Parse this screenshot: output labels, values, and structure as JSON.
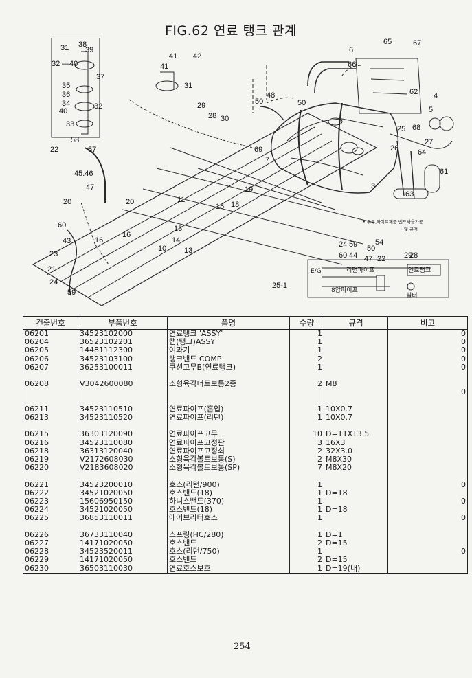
{
  "title": "FIG.62 연료 탱크 관계",
  "page_number": "254",
  "diagram": {
    "callouts": [
      "31",
      "38",
      "39",
      "32",
      "40",
      "37",
      "35",
      "36",
      "34",
      "32",
      "40",
      "33",
      "41",
      "42",
      "41",
      "31",
      "29",
      "28",
      "30",
      "50",
      "48",
      "50",
      "6",
      "65",
      "67",
      "66",
      "62",
      "4",
      "5",
      "68",
      "25",
      "26",
      "27",
      "64",
      "61",
      "63",
      "3",
      "58",
      "22",
      "57",
      "45.46",
      "47",
      "69",
      "7",
      "20",
      "20",
      "19",
      "18",
      "15",
      "11",
      "60",
      "43",
      "16",
      "13",
      "14",
      "16",
      "10",
      "13",
      "23",
      "21",
      "24",
      "59",
      "25-1",
      "24",
      "59",
      "50",
      "54",
      "60",
      "44",
      "47",
      "22",
      "29",
      "28"
    ],
    "note_line1": "• 주유 파이프제품 밴드사용가공",
    "note_line2": "및 규격",
    "flow_labels": {
      "eg": "E/G",
      "return_pipe": "리턴파이프",
      "supply_pipe": "8압파이프",
      "fuel_tank": "연료탱크",
      "filter": "필터"
    }
  },
  "table": {
    "headers": [
      "건출번호",
      "부품번호",
      "품명",
      "수량",
      "규격",
      "비고"
    ],
    "rows": [
      {
        "no": "06201",
        "part": "34523102000",
        "name": "연료탱크 'ASSY'",
        "qty": "1",
        "spec": "",
        "note": "0"
      },
      {
        "no": "06204",
        "part": "36523102201",
        "name": "캡(탱크)ASSY",
        "qty": "1",
        "spec": "",
        "note": "0"
      },
      {
        "no": "06205",
        "part": "14481112300",
        "name": "여과기",
        "qty": "1",
        "spec": "",
        "note": "0"
      },
      {
        "no": "06206",
        "part": "34523103100",
        "name": "탱크밴드 COMP",
        "qty": "2",
        "spec": "",
        "note": "0"
      },
      {
        "no": "06207",
        "part": "36253100011",
        "name": "쿠션고무B(연료탱크)",
        "qty": "1",
        "spec": "",
        "note": "0"
      },
      {
        "gap": true
      },
      {
        "no": "06208",
        "part": "V3042600080",
        "name": "소형육각너트보통2종",
        "qty": "2",
        "spec": "M8",
        "note": ""
      },
      {
        "no": "",
        "part": "",
        "name": "",
        "qty": "",
        "spec": "",
        "note": "0"
      },
      {
        "gap": true
      },
      {
        "no": "06211",
        "part": "34523110510",
        "name": "연료파이프(흡입)",
        "qty": "1",
        "spec": "10X0.7",
        "note": ""
      },
      {
        "no": "06213",
        "part": "34523110520",
        "name": "연료파이프(리턴)",
        "qty": "1",
        "spec": "10X0.7",
        "note": ""
      },
      {
        "gap": true
      },
      {
        "no": "06215",
        "part": "36303120090",
        "name": "연료파이프고무",
        "qty": "10",
        "spec": "D=11XT3.5",
        "note": ""
      },
      {
        "no": "06216",
        "part": "34523110080",
        "name": "연료파이프고정판",
        "qty": "3",
        "spec": "16X3",
        "note": ""
      },
      {
        "no": "06218",
        "part": "36313120040",
        "name": "연료파이프고정쇠",
        "qty": "2",
        "spec": "32X3.0",
        "note": ""
      },
      {
        "no": "06219",
        "part": "V2172608030",
        "name": "소형육각볼트보통(S)",
        "qty": "2",
        "spec": "M8X30",
        "note": ""
      },
      {
        "no": "06220",
        "part": "V2183608020",
        "name": "소형육각볼트보통(SP)",
        "qty": "7",
        "spec": "M8X20",
        "note": ""
      },
      {
        "gap": true
      },
      {
        "no": "06221",
        "part": "34523200010",
        "name": "호스(리턴/900)",
        "qty": "1",
        "spec": "",
        "note": "0"
      },
      {
        "no": "06222",
        "part": "34521020050",
        "name": "호스밴드(18)",
        "qty": "1",
        "spec": "D=18",
        "note": ""
      },
      {
        "no": "06223",
        "part": "15606950150",
        "name": "하니스밴드(370)",
        "qty": "1",
        "spec": "",
        "note": "0"
      },
      {
        "no": "06224",
        "part": "34521020050",
        "name": "호스밴드(18)",
        "qty": "1",
        "spec": "D=18",
        "note": ""
      },
      {
        "no": "06225",
        "part": "36853110011",
        "name": "에어브리터호스",
        "qty": "1",
        "spec": "",
        "note": "0"
      },
      {
        "gap": true
      },
      {
        "no": "06226",
        "part": "36733110040",
        "name": "스프링(HC/280)",
        "qty": "1",
        "spec": "D=1",
        "note": ""
      },
      {
        "no": "06227",
        "part": "14171020050",
        "name": "호스밴드",
        "qty": "2",
        "spec": "D=15",
        "note": ""
      },
      {
        "no": "06228",
        "part": "34523520011",
        "name": "호스(리턴/750)",
        "qty": "1",
        "spec": "",
        "note": "0"
      },
      {
        "no": "06229",
        "part": "14171020050",
        "name": "호스밴드",
        "qty": "2",
        "spec": "D=15",
        "note": ""
      },
      {
        "no": "06230",
        "part": "36503110030",
        "name": "연료호스보호",
        "qty": "1",
        "spec": "D=19(내)",
        "note": ""
      }
    ]
  }
}
